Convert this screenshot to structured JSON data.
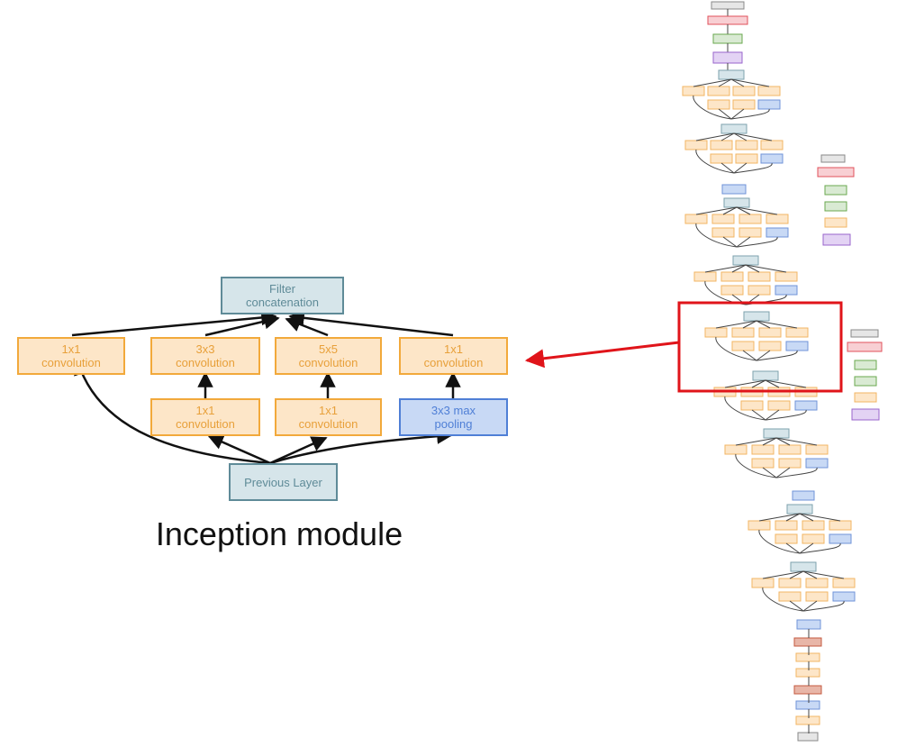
{
  "module": {
    "caption": "Inception module",
    "filter_concat": [
      "Filter",
      "concatenation"
    ],
    "conv1x1_left": [
      "1x1",
      "convolution"
    ],
    "conv3x3": [
      "3x3",
      "convolution"
    ],
    "conv5x5": [
      "5x5",
      "convolution"
    ],
    "conv1x1_right": [
      "1x1",
      "convolution"
    ],
    "reduce_1x1_a": [
      "1x1",
      "convolution"
    ],
    "reduce_1x1_b": [
      "1x1",
      "convolution"
    ],
    "maxpool": [
      "3x3 max",
      "pooling"
    ],
    "previous_layer": "Previous Layer"
  },
  "colors": {
    "orange_fill": "#fde6c8",
    "orange_border": "#f2a93b",
    "blue_fill": "#c8d9f5",
    "blue_border": "#4f7fd6",
    "teal_fill": "#d6e5ea",
    "teal_border": "#5f8b98",
    "highlight": "#e0141a"
  }
}
